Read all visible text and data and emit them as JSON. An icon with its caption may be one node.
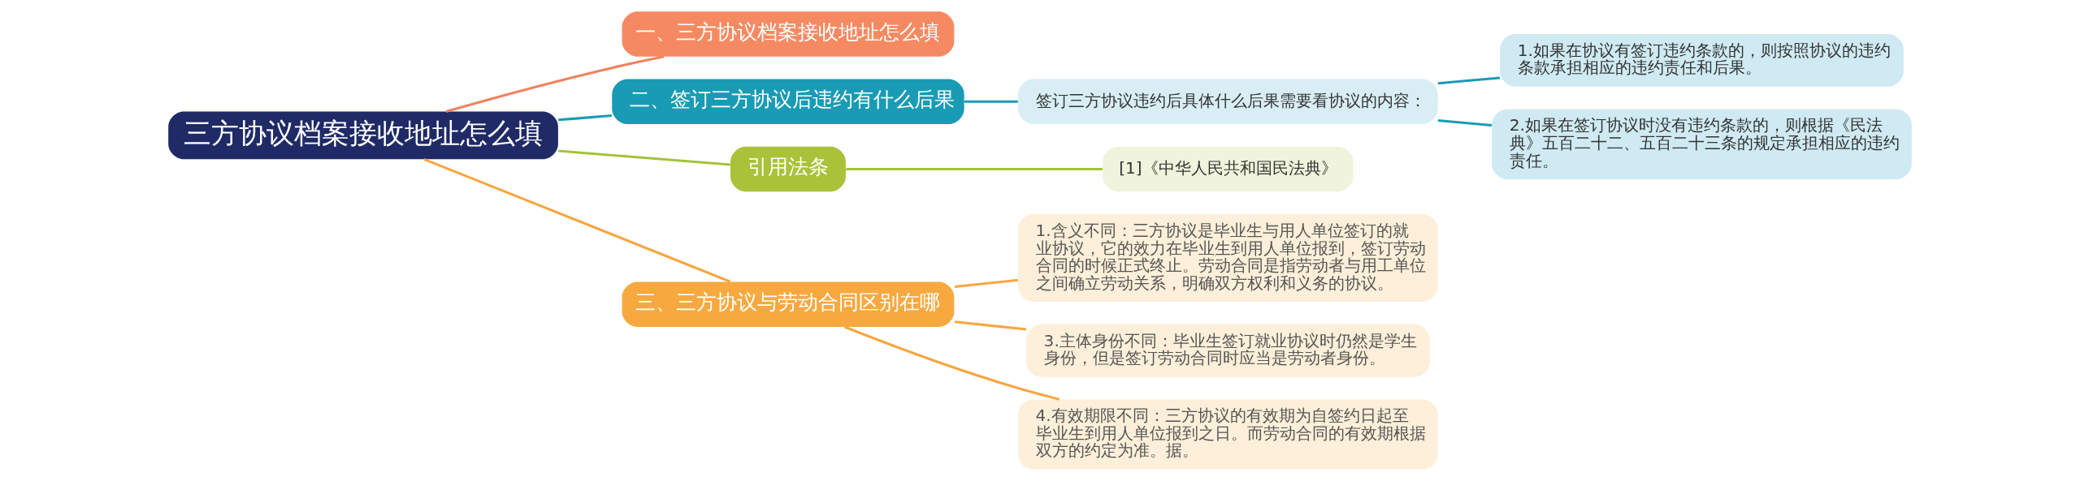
{
  "diagram": {
    "nodes": [
      {
        "text": [
          "三方协议档案接收地址怎么填"
        ]
      },
      {
        "text": [
          "一、三方协议档案接收地址怎么填"
        ]
      },
      {
        "text": [
          "二、签订三方协议后违约有什么后果"
        ]
      },
      {
        "text": [
          "签订三方协议违约后具体什么后果需要看协议的内容："
        ]
      },
      {
        "text": [
          "1.如果在协议有签订违约条款的，则按照协议的违约条款承担相应的违约责任和后果。"
        ]
      },
      {
        "text": [
          "2.如果在签订协议时没有违约条款的，则根据《民法典》五百二十二、五百二十三条的规定承担相应的违约责任。"
        ]
      },
      {
        "text": [
          "引用法条"
        ]
      },
      {
        "text": [
          "[1]《中华人民共和国民法典》"
        ]
      },
      {
        "text": [
          "三、三方协议与劳动合同区别在哪"
        ]
      },
      {
        "text": [
          "1.含义不同：三方协议是毕业生与用人单位签订的就业协议，它的效力在毕业生到用人单位报到，签订劳动合同的时候正式终止。劳动合同是指劳动者与用工单位之间确立劳动关系，明确双方权利和义务的协议。"
        ]
      },
      {
        "text": [
          "3.主体身份不同：毕业生签订就业协议时仍然是学生身份，但是签订劳动合同时应当是劳动者身份。"
        ]
      },
      {
        "text": [
          "4.有效期限不同：三方协议的有效期为自签约日起至毕业生到用人单位报到之日。而劳动合同的有效期根据双方的约定为准。据。"
        ]
      }
    ],
    "edges": [
      {
        "from": 0,
        "to": 1,
        "arrow": "none",
        "color": "#f0825e"
      },
      {
        "from": 0,
        "to": 2,
        "arrow": "none",
        "color": "#1a9bb5"
      },
      {
        "from": 2,
        "to": 3,
        "arrow": "none",
        "color": "#1a9bb5"
      },
      {
        "from": 3,
        "to": 4,
        "arrow": "none",
        "color": "#1a9bb5"
      },
      {
        "from": 3,
        "to": 5,
        "arrow": "none",
        "color": "#1a9bb5"
      },
      {
        "from": 0,
        "to": 6,
        "arrow": "none",
        "color": "#a5c23a"
      },
      {
        "from": 6,
        "to": 7,
        "arrow": "none",
        "color": "#a5c23a"
      },
      {
        "from": 0,
        "to": 8,
        "arrow": "none",
        "color": "#f5a742"
      },
      {
        "from": 8,
        "to": 9,
        "arrow": "none",
        "color": "#f5a742"
      },
      {
        "from": 8,
        "to": 10,
        "arrow": "none",
        "color": "#f5a742"
      },
      {
        "from": 8,
        "to": 11,
        "arrow": "none",
        "color": "#f5a742"
      }
    ]
  }
}
